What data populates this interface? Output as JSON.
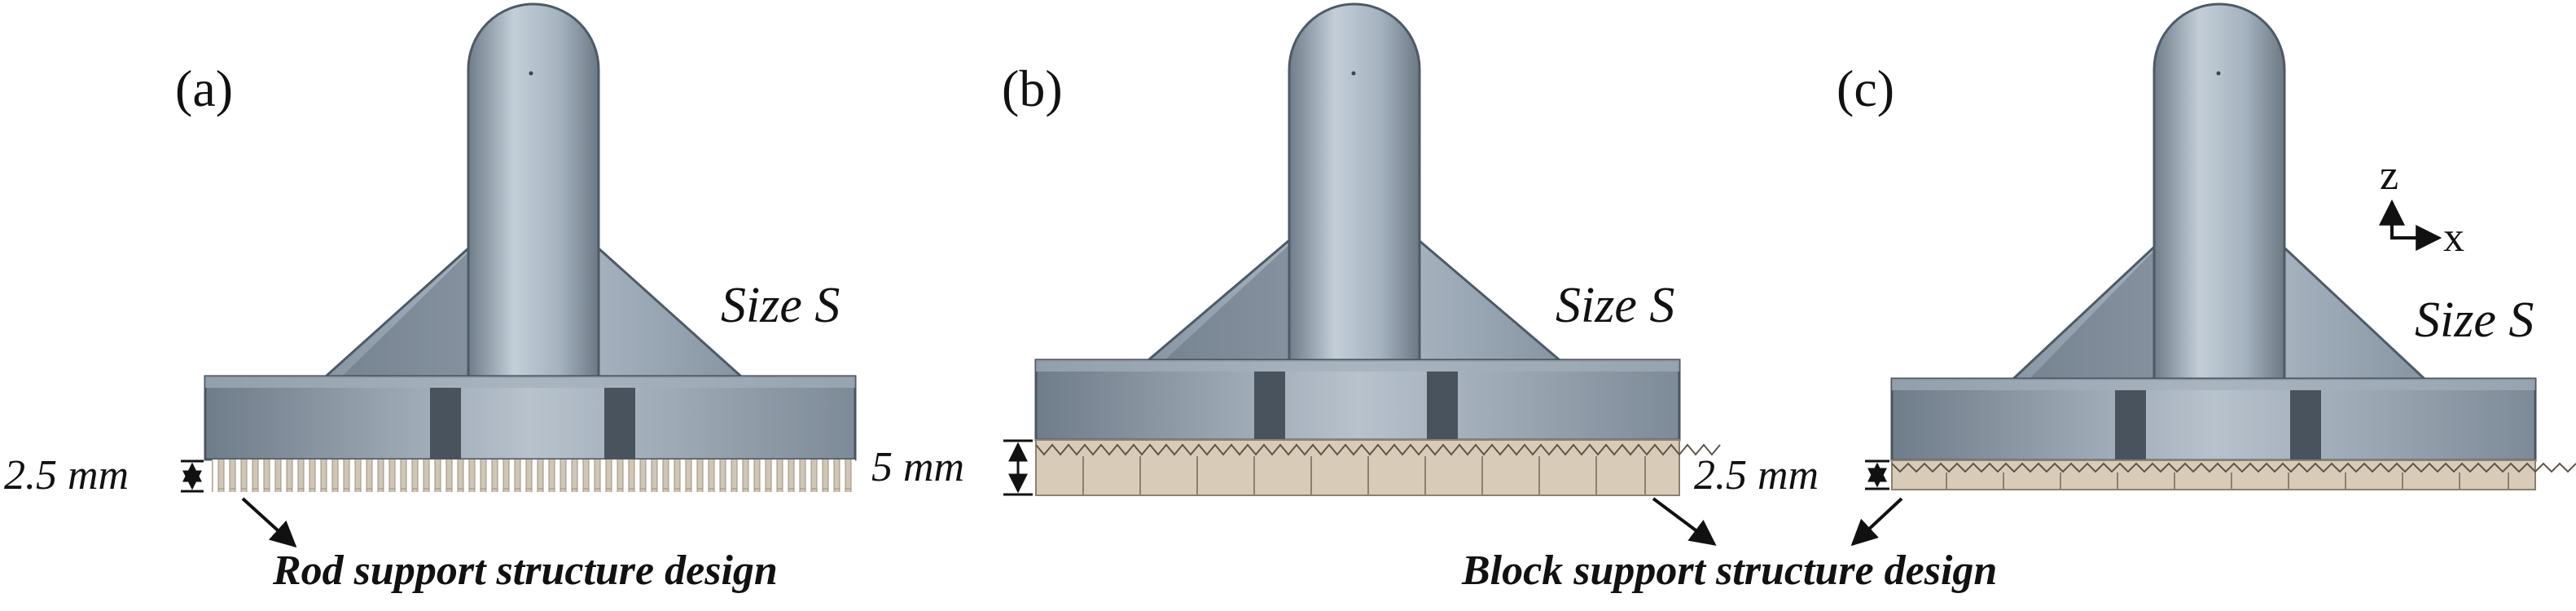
{
  "panels": [
    {
      "label": "(a)",
      "size_label": "Size S",
      "support_height": "2.5 mm",
      "support_type": "rod"
    },
    {
      "label": "(b)",
      "size_label": "Size S",
      "support_height": "5 mm",
      "support_type": "block"
    },
    {
      "label": "(c)",
      "size_label": "Size S",
      "support_height": "2.5 mm",
      "support_type": "block"
    }
  ],
  "captions": {
    "rod": "Rod support structure design",
    "block": "Block support structure design"
  },
  "axes": {
    "z": "z",
    "x": "x"
  },
  "colors": {
    "body_light": "#b9c4cf",
    "body_mid": "#94a3b2",
    "body_dark": "#4f5b66",
    "support_block": "#d8cbb8",
    "support_rod": "#cfc6b6",
    "outline": "#39424b"
  }
}
